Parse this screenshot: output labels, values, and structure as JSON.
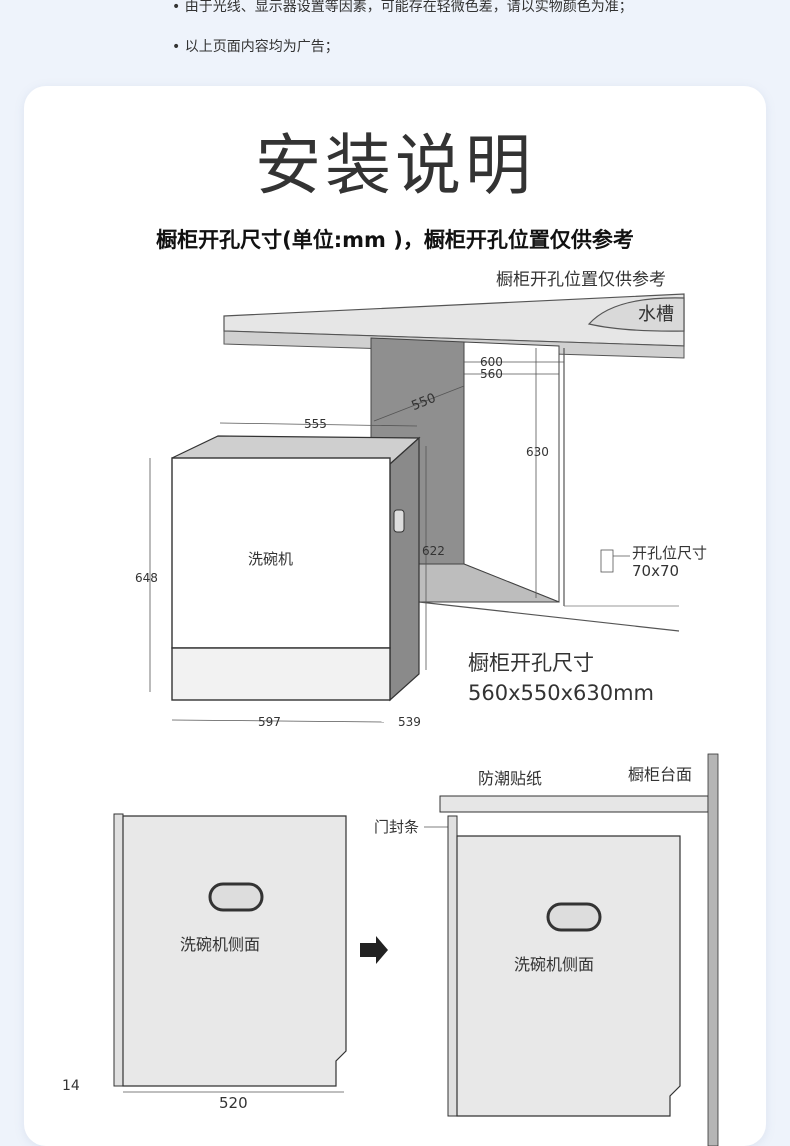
{
  "notes": [
    "• 由于光线、显示器设置等因素，可能存在轻微色差，请以实物颜色为准；",
    "• 以上页面内容均为广告；"
  ],
  "title": "安装说明",
  "subtitle": "橱柜开孔尺寸(单位:mm )，橱柜开孔位置仅供参考",
  "top_diagram": {
    "ref_note": "橱柜开孔位置仅供参考",
    "sink": "水槽",
    "dishwasher": "洗碗机",
    "hole_size_label": "开孔位尺寸",
    "hole_size_value": "70x70",
    "cabinet_hole_title": "橱柜开孔尺寸",
    "cabinet_hole_value": "560x550x630mm",
    "dims": {
      "d600": "600",
      "d560": "560",
      "d550": "550",
      "d630": "630",
      "d555": "555",
      "d648": "648",
      "d622": "622",
      "d597": "597",
      "d539": "539"
    }
  },
  "bottom_diagram": {
    "side_left": "洗碗机侧面",
    "side_right": "洗碗机侧面",
    "moisture_sticker": "防潮贴纸",
    "countertop": "橱柜台面",
    "door_seal": "门封条",
    "d14": "14",
    "d520": "520"
  }
}
